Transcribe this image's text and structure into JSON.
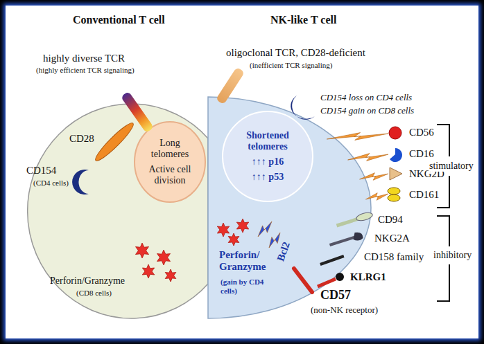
{
  "diagram": {
    "nodes": [
      {
        "text": [
          "Conventional T cell"
        ]
      },
      {
        "text": [
          "Long telomeres",
          "Active cell division"
        ],
        "in": 0
      },
      {
        "text": [
          "NK-like T cell"
        ]
      },
      {
        "text": [
          "Shortened telomeres",
          "↑↑↑ p16",
          "↑↑↑ p53"
        ],
        "in": 2
      }
    ],
    "labels": [
      "highly diverse TCR",
      "(highly efficient TCR signaling)",
      "CD28",
      "CD154",
      "(CD4 cells)",
      "Perforin/Granzyme",
      "(CD8 cells)",
      "oligoclonal TCR, CD28-deficient",
      "(inefficient TCR signaling)",
      "CD154 loss on CD4 cells",
      "CD154 gain on CD8 cells",
      "CD56",
      "CD16",
      "NKG2D",
      "CD161",
      "stimulatory",
      "CD94",
      "NKG2A",
      "CD158 family",
      "inhibitory",
      "Perforin/ Granzyme",
      "(gain by CD4 cells)",
      "Bcl2",
      "KLRG1",
      "CD57",
      "(non-NK receptor)"
    ]
  }
}
